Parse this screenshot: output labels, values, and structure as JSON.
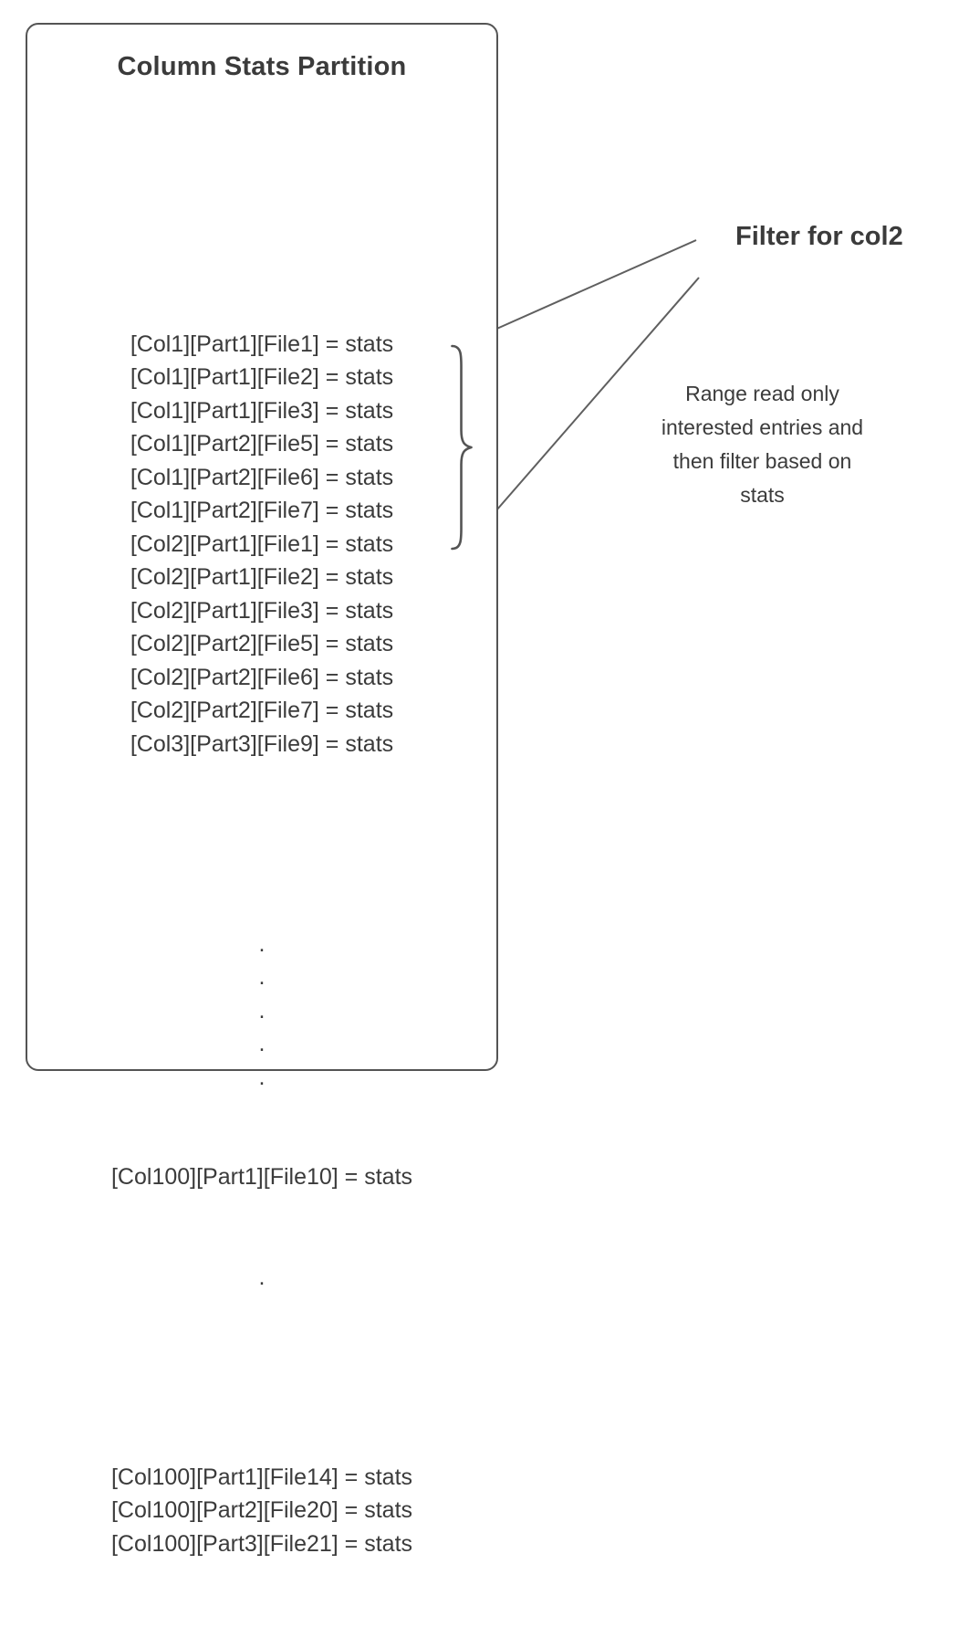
{
  "diagram": {
    "title": "Column Stats Partition",
    "entries_top": [
      "[Col1][Part1][File1] = stats",
      "[Col1][Part1][File2] = stats",
      "[Col1][Part1][File3] = stats",
      "[Col1][Part2][File5] = stats",
      "[Col1][Part2][File6] = stats",
      "[Col1][Part2][File7] = stats",
      "[Col2][Part1][File1] = stats",
      "[Col2][Part1][File2] = stats",
      "[Col2][Part1][File3] = stats",
      "[Col2][Part2][File5] = stats",
      "[Col2][Part2][File6] = stats",
      "[Col2][Part2][File7] = stats",
      "[Col3][Part3][File9] = stats"
    ],
    "ellipsis_mid": [
      ".",
      ".",
      ".",
      ".",
      "."
    ],
    "entry_col100_first": "[Col100][Part1][File10] = stats",
    "ellipsis_single": ".",
    "entries_bottom": [
      "[Col100][Part1][File14] = stats",
      "[Col100][Part2][File20] = stats",
      "[Col100][Part3][File21] = stats"
    ],
    "filter_label": "Filter for col2",
    "range_note_lines": [
      "Range read only",
      "interested entries and",
      "then filter based on",
      "stats"
    ]
  },
  "colors": {
    "text": "#3b3b3b",
    "line": "#5f5f5f"
  }
}
